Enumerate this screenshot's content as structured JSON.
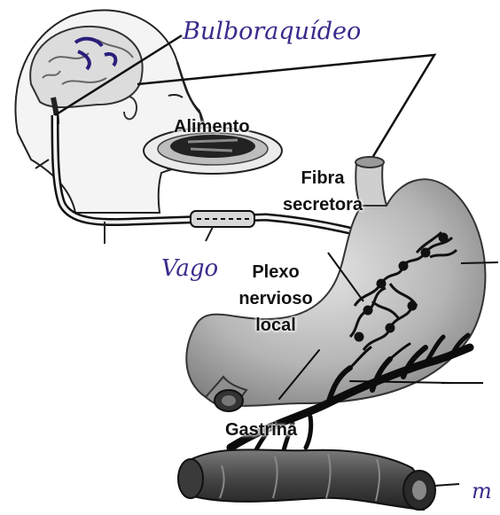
{
  "handwritten": {
    "bulbo": "Bulboraquídeo",
    "vago": "Vago",
    "corner": "m"
  },
  "labels": {
    "alimento": "Alimento",
    "fibra_line1": "Fibra",
    "fibra_line2": "secretora",
    "plexo_line1": "Plexo",
    "plexo_line2": "nervioso",
    "plexo_line3": "local",
    "gastrina": "Gastrina"
  },
  "colors": {
    "ink": "#111111",
    "handwriting": "#3a2b8c",
    "stomach": "#b9b9b9",
    "intestine": "#5a5a5a"
  }
}
